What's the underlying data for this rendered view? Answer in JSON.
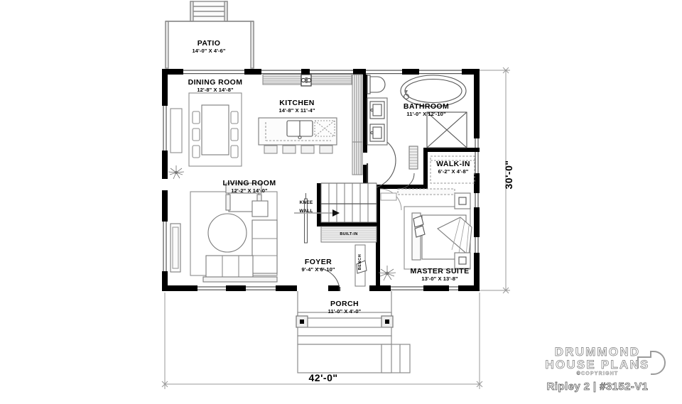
{
  "plan": {
    "title": "Ripley 2 | #3152-V1",
    "overall_width": "42'-0\"",
    "overall_depth": "30'-0\"",
    "rooms": [
      {
        "id": "patio",
        "name": "PATIO",
        "dims": "14'-0\" X 4'-6\""
      },
      {
        "id": "dining",
        "name": "DINING ROOM",
        "dims": "12'-8\" X 14'-8\""
      },
      {
        "id": "kitchen",
        "name": "KITCHEN",
        "dims": "14'-8\" X 11'-4\""
      },
      {
        "id": "bathroom",
        "name": "BATHROOM",
        "dims": "11'-0\" X 12'-10\""
      },
      {
        "id": "walkin",
        "name": "WALK-IN",
        "dims": "6'-2\" X 4'-8\""
      },
      {
        "id": "living",
        "name": "LIVING ROOM",
        "dims": "12'-2\" X 14'-0\""
      },
      {
        "id": "foyer",
        "name": "FOYER",
        "dims": "9'-4\" X 6'-10\""
      },
      {
        "id": "master",
        "name": "MASTER SUITE",
        "dims": "13'-0\" X 13'-8\""
      },
      {
        "id": "porch",
        "name": "PORCH",
        "dims": "11'-0\" X 4'-0\""
      }
    ],
    "annotations": {
      "knee_wall_line1": "KNEE",
      "knee_wall_line2": "WALL",
      "built_in": "BUILT-IN",
      "bench": "BENCH"
    }
  },
  "branding": {
    "line1": "DRUMMOND",
    "line2": "HOUSE PLANS",
    "copyright": "©COPYRIGHT",
    "plan_id": "Ripley 2 | #3152-V1"
  },
  "colors": {
    "wall": "#000000",
    "furniture": "#808080",
    "background": "#ffffff",
    "dimension": "#9a9a9a"
  }
}
